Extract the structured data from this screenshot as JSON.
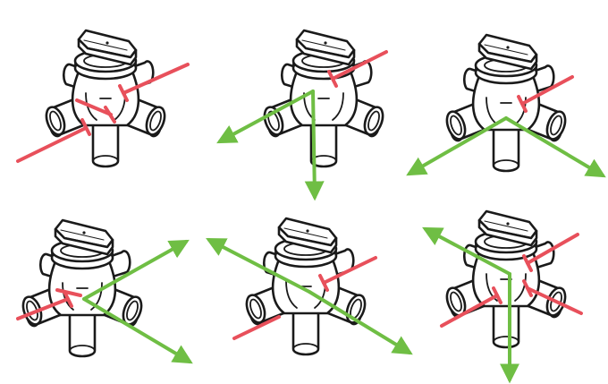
{
  "colors": {
    "blocked": "#e8505b",
    "open": "#6fbe44",
    "outline": "#1a1a1a",
    "background": "#ffffff"
  },
  "legend_meaning": {
    "red_bar": "blocked",
    "green_arrow": "open"
  },
  "panels": [
    {
      "id": "p1",
      "handle": "aligned-lower-left",
      "ports": {
        "left": "blocked",
        "back": "blocked",
        "center": "blocked"
      }
    },
    {
      "id": "p2",
      "handle": "aligned-top",
      "ports": {
        "top": "blocked",
        "left": "open",
        "bottom": "open"
      }
    },
    {
      "id": "p3",
      "handle": "aligned-top-right",
      "ports": {
        "top": "blocked",
        "left": "open",
        "right": "open"
      }
    },
    {
      "id": "p4",
      "handle": "aligned-left",
      "ports": {
        "left": "blocked",
        "top-right": "open",
        "bottom-right": "open"
      }
    },
    {
      "id": "p5",
      "handle": "aligned-top",
      "ports": {
        "top": "blocked",
        "top-left": "open",
        "bottom-right": "open"
      }
    },
    {
      "id": "p6",
      "handle": "aligned-top",
      "ports": {
        "left": "blocked",
        "right": "blocked",
        "top-left": "open",
        "bottom": "open"
      }
    }
  ]
}
